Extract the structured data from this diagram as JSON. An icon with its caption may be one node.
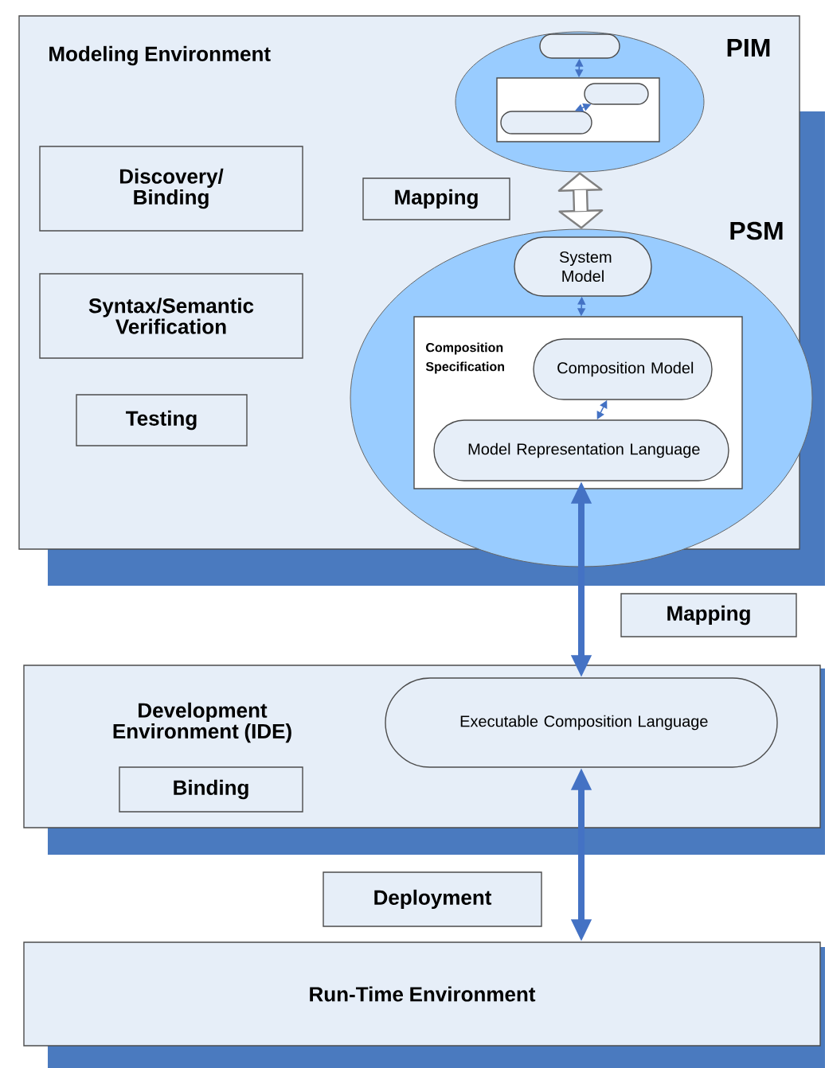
{
  "diagram": {
    "nodes": [
      {
        "text": [
          "Modeling Environment"
        ]
      },
      {
        "text": [
          "Discovery/ Binding"
        ],
        "in": 0
      },
      {
        "text": [
          "Syntax/Semantic Verification"
        ],
        "in": 0
      },
      {
        "text": [
          "Testing"
        ],
        "in": 0
      },
      {
        "text": [
          "PIM"
        ],
        "in": 0
      },
      {
        "text": [],
        "shape": "pill",
        "in": 4
      },
      {
        "text": [],
        "shape": "box",
        "in": 4
      },
      {
        "text": [],
        "shape": "pill",
        "in": 6
      },
      {
        "text": [],
        "shape": "pill",
        "in": 6
      },
      {
        "text": [
          "Mapping"
        ],
        "in": 0
      },
      {
        "text": [
          "PSM"
        ],
        "in": 0
      },
      {
        "text": [
          "System Model"
        ],
        "in": 10
      },
      {
        "text": [
          "Composition Specification"
        ],
        "in": 10
      },
      {
        "text": [
          "Composition Model"
        ],
        "in": 12
      },
      {
        "text": [
          "Model Representation Language"
        ],
        "in": 12
      },
      {
        "text": [
          "Development Environment (IDE)"
        ]
      },
      {
        "text": [
          "Binding"
        ],
        "in": 15
      },
      {
        "text": [
          "Executable Composition Language"
        ],
        "in": 15
      },
      {
        "text": [
          "Mapping"
        ]
      },
      {
        "text": [
          "Deployment"
        ]
      },
      {
        "text": [
          "Run-Time Environment"
        ]
      }
    ],
    "edges": [
      {
        "from": 5,
        "to": 6,
        "arrow": "both"
      },
      {
        "from": 8,
        "to": 7,
        "arrow": "both"
      },
      {
        "from": 4,
        "to": 10,
        "arrow": "both",
        "style": "thick",
        "color": "#ffffff"
      },
      {
        "from": 11,
        "to": 12,
        "arrow": "both"
      },
      {
        "from": 14,
        "to": 13,
        "arrow": "both"
      },
      {
        "from": 14,
        "to": 17,
        "arrow": "both",
        "style": "thick"
      },
      {
        "from": 17,
        "to": 20,
        "arrow": "both",
        "style": "thick"
      }
    ]
  }
}
